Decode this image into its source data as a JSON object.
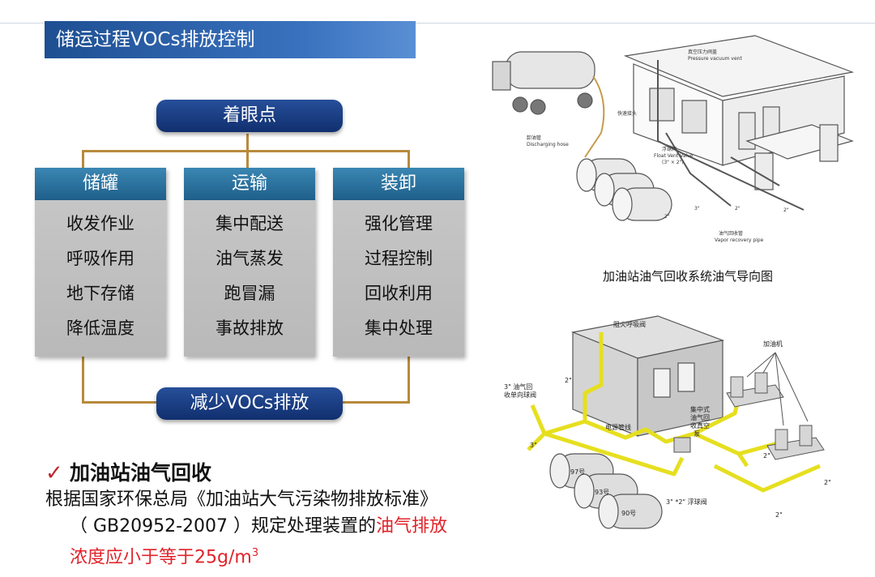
{
  "slide": {
    "title": "储运过程VOCs排放控制",
    "focus_label": "着眼点",
    "goal_label": "减少VOCs排放",
    "columns": [
      {
        "header": "储罐",
        "items": [
          "收发作业",
          "呼吸作用",
          "地下存储",
          "降低温度"
        ]
      },
      {
        "header": "运输",
        "items": [
          "集中配送",
          "油气蒸发",
          "跑冒漏",
          "事故排放"
        ]
      },
      {
        "header": "装卸",
        "items": [
          "强化管理",
          "过程控制",
          "回收利用",
          "集中处理"
        ]
      }
    ],
    "section_check": "✓",
    "section_heading": "加油站油气回收",
    "body_line1": "根据国家环保总局《加油站大气污染物排放标准》",
    "body_line2_black": "（ GB20952-2007 ）规定处理装置的",
    "body_line2_red": "油气排放",
    "body_line3_red": "浓度应小于等于25g/m",
    "body_line3_sup": "3",
    "accent_red": "#e1232b"
  },
  "diagram_top": {
    "labels": {
      "vent": "真空压力阀盖",
      "vent_en": "Pressure vacuum vent",
      "coupler": "快速接头",
      "hose": "卸油管",
      "hose_en": "Discharging hose",
      "float": "浮球阀",
      "float_en": "Float Vent Valve",
      "float_size": "(3\" × 2\")",
      "vapor_pipe": "油气回收管",
      "vapor_pipe_en": "Vapor recovery pipe",
      "size_2in_a": "2\"",
      "size_3in": "3\"",
      "size_2in_b": "2\"",
      "size_2in_c": "2\""
    }
  },
  "caption": "加油站油气回收系统油气导向图",
  "diagram_bottom": {
    "labels": {
      "flame_valve": "阻火呼吸阀",
      "dispenser": "加油机",
      "check_valve_l1": "3\" 油气回",
      "check_valve_l2": "收单向球阀",
      "central_l1": "集中式",
      "central_l2": "油气回",
      "central_l3": "收真空",
      "central_l4": "泵",
      "power": "电源管线",
      "tank97": "97号",
      "tank93": "93号",
      "tank90": "90号",
      "float_valve": "3\" *2\" 浮球阀",
      "d1": "2\"",
      "d2": "3\"",
      "d3": "2\"",
      "d4": "2\"",
      "d5": "2\""
    }
  }
}
